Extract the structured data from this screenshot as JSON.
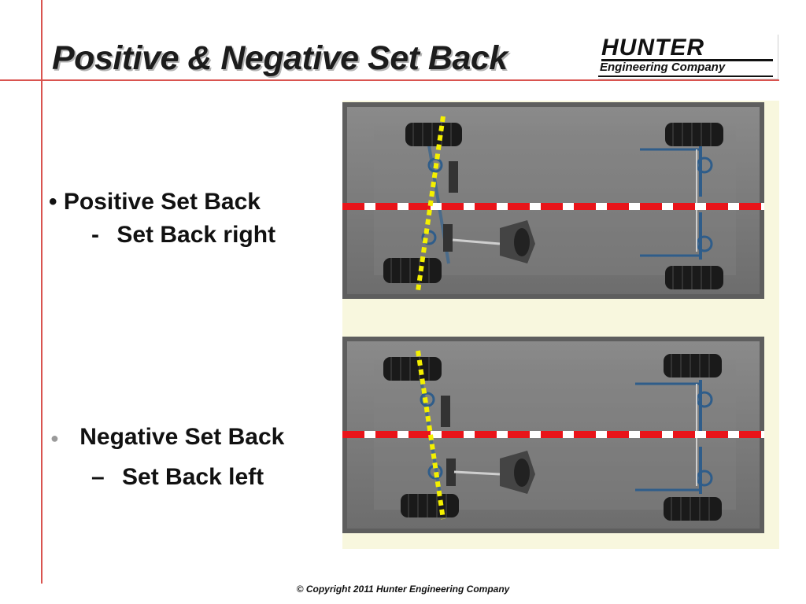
{
  "slide": {
    "title": "Positive & Negative Set Back",
    "logo": {
      "main": "HUNTER",
      "sub": "Engineering Company"
    },
    "bullets": [
      {
        "marker": "•",
        "text": "Positive Set Back",
        "sub_marker": "-",
        "sub_text": "Set Back right"
      },
      {
        "marker": "●",
        "text": "Negative Set Back",
        "sub_marker": "–",
        "sub_text": "Set Back left"
      }
    ],
    "copyright": "© Copyright 2011 Hunter Engineering Company"
  },
  "diagrams": [
    {
      "setback": "positive",
      "description_ref": "Set Back right"
    },
    {
      "setback": "negative",
      "description_ref": "Set Back left"
    }
  ],
  "colors": {
    "rule": "#d9534f",
    "centerline_red": "#e8141a",
    "setback_line": "#f4f000",
    "panel_bg": "#7a7a7a",
    "tire": "#1a1a1a"
  }
}
